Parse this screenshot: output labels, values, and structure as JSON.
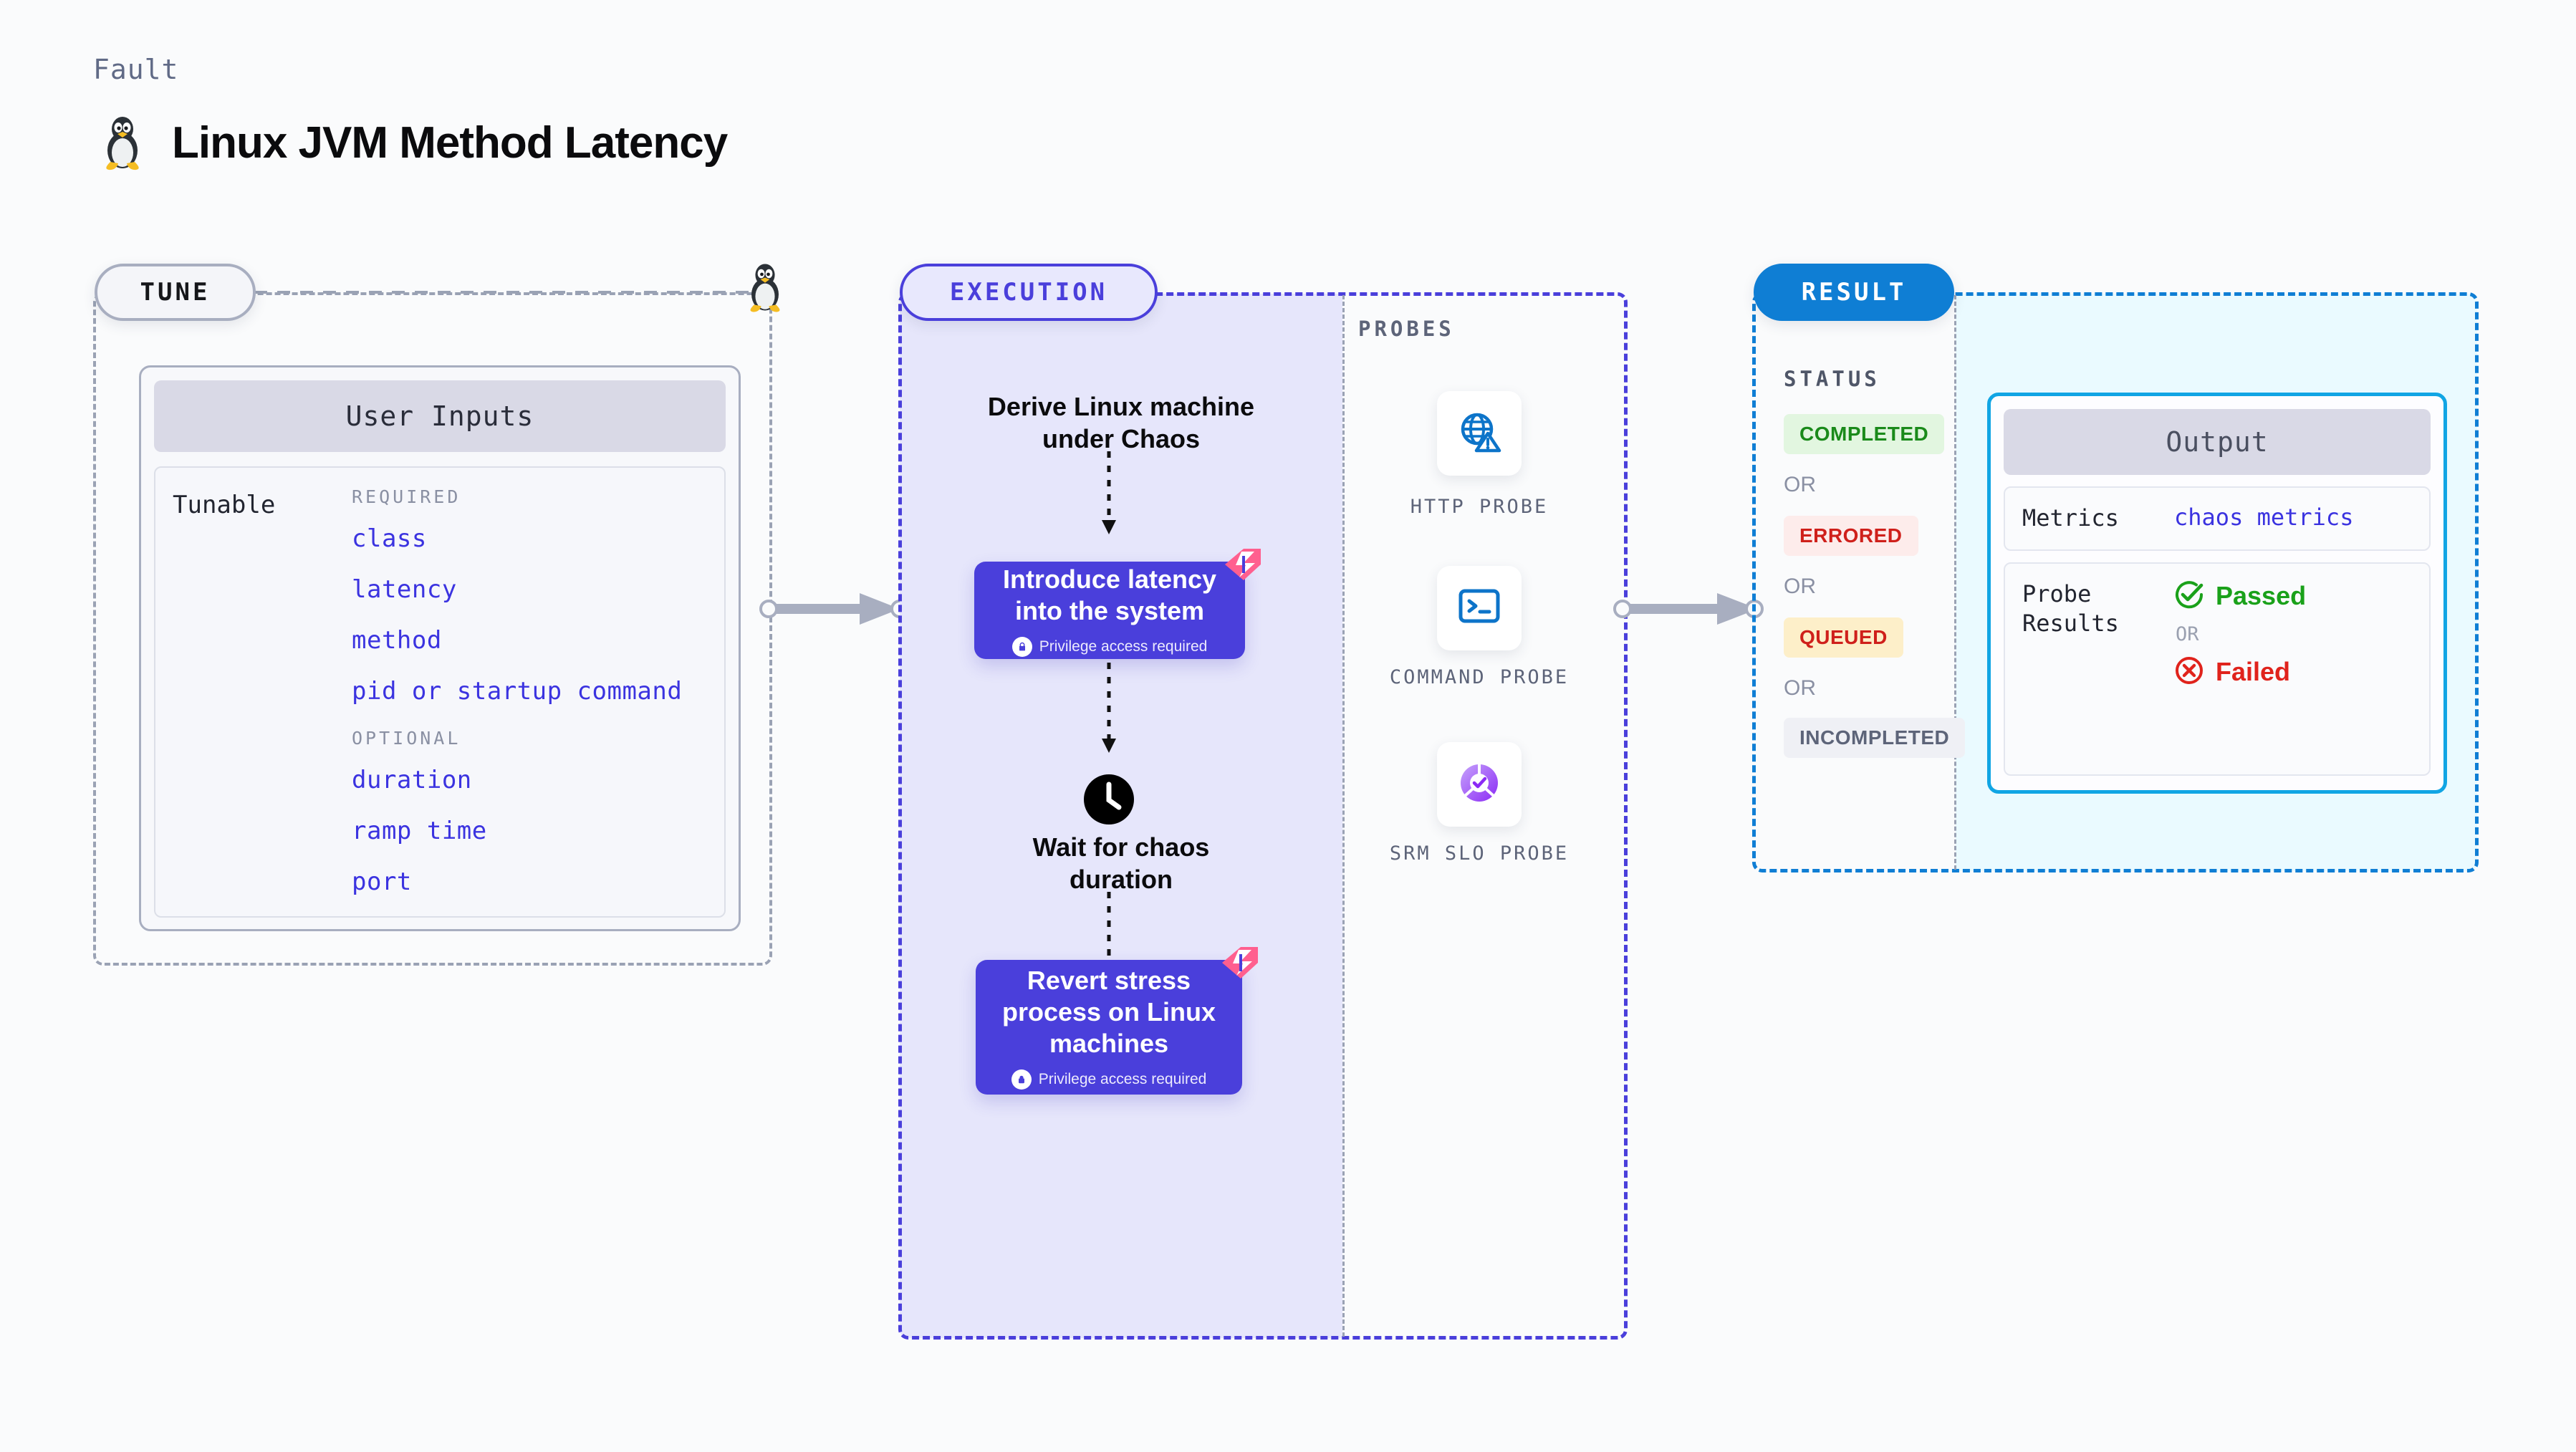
{
  "header": {
    "eyebrow": "Fault",
    "title": "Linux JVM Method Latency",
    "icon": "linux-penguin-icon"
  },
  "tune": {
    "pill_label": "TUNE",
    "card_title": "User Inputs",
    "tunable_label": "Tunable",
    "groups": [
      {
        "heading": "REQUIRED",
        "items": [
          "class",
          "latency",
          "method",
          "pid or startup command"
        ]
      },
      {
        "heading": "OPTIONAL",
        "items": [
          "duration",
          "ramp time",
          "port"
        ]
      }
    ]
  },
  "execution": {
    "pill_label": "EXECUTION",
    "steps": [
      {
        "type": "text",
        "label": "Derive Linux machine\nunder Chaos"
      },
      {
        "type": "box",
        "label": "Introduce latency\ninto the system",
        "note": "Privilege access required",
        "note_icon": "lock-icon",
        "badge": "harness-icon"
      },
      {
        "type": "clock",
        "label": "Wait for chaos\nduration",
        "icon": "clock-icon"
      },
      {
        "type": "box",
        "label": "Revert stress\nprocess on Linux\nmachines",
        "note": "Privilege access required",
        "note_icon": "lock-icon",
        "badge": "harness-icon"
      }
    ]
  },
  "probes": {
    "section_label": "PROBES",
    "items": [
      {
        "name": "HTTP PROBE",
        "icon": "globe-warning-icon"
      },
      {
        "name": "COMMAND PROBE",
        "icon": "terminal-icon"
      },
      {
        "name": "SRM SLO PROBE",
        "icon": "slo-check-icon"
      }
    ]
  },
  "result": {
    "pill_label": "RESULT",
    "status_label": "STATUS",
    "or_label": "OR",
    "statuses": [
      {
        "label": "COMPLETED",
        "bg": "#e2f6e0",
        "fg": "#1a8a1a"
      },
      {
        "label": "ERRORED",
        "bg": "#fdeceb",
        "fg": "#cf201b"
      },
      {
        "label": "QUEUED",
        "bg": "#fdefc9",
        "fg": "#cf201b"
      },
      {
        "label": "INCOMPLETED",
        "bg": "#eff0f5",
        "fg": "#5d6479"
      }
    ],
    "output": {
      "title": "Output",
      "rows": [
        {
          "key": "Metrics",
          "value": "chaos metrics"
        },
        {
          "key": "Probe\nResults",
          "pass": "Passed",
          "or": "OR",
          "fail": "Failed"
        }
      ]
    }
  },
  "colors": {
    "accent_purple": "#4a3fdb",
    "accent_blue": "#0f7ed4",
    "accent_cyan": "#11a5e4",
    "harness_pink": "#ff5f8f",
    "grey_border": "#9aa2b4",
    "code_blue": "#3b33e0"
  }
}
